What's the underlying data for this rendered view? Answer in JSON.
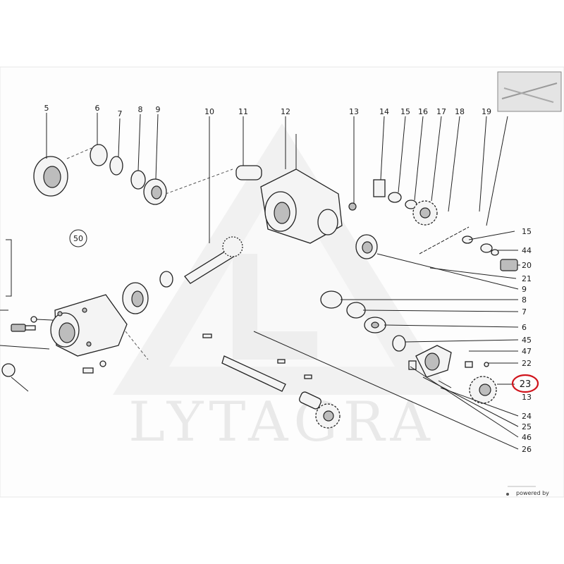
{
  "diagram": {
    "watermark_text": "LYTAGRA",
    "footer_text": "powered by",
    "highlight_label": "23",
    "highlight_color": "#d0141c",
    "top_labels": [
      "5",
      "6",
      "7",
      "8",
      "9",
      "10",
      "11",
      "12",
      "13",
      "14",
      "15",
      "16",
      "17",
      "18",
      "19"
    ],
    "right_labels": [
      "15",
      "44",
      "20",
      "21",
      "9",
      "8",
      "7",
      "6",
      "45",
      "47",
      "22",
      "23",
      "13",
      "24",
      "25",
      "46",
      "26"
    ],
    "side_label": "50"
  }
}
